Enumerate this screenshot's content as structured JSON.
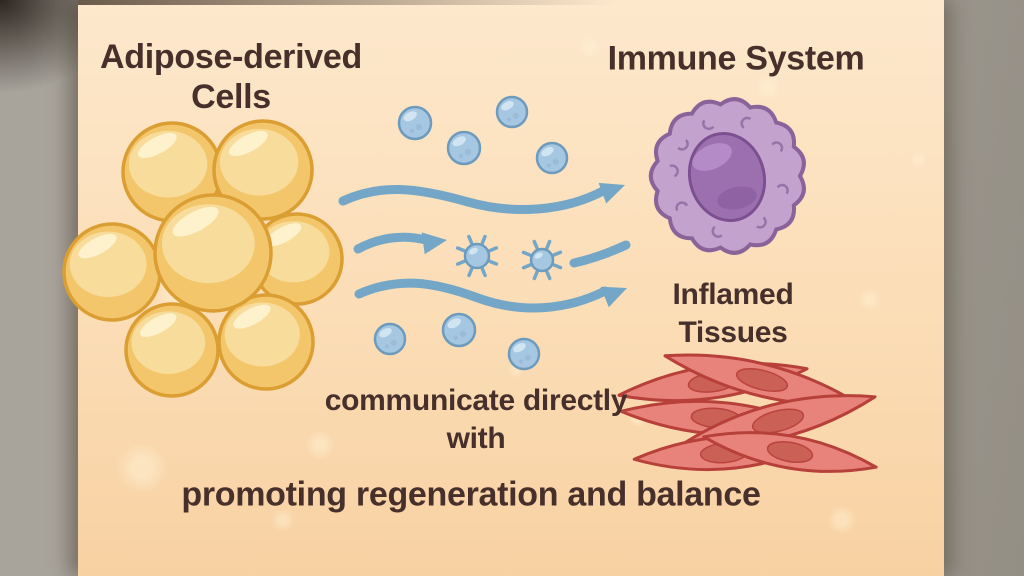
{
  "labels": {
    "adipose_line1": "Adipose-derived",
    "adipose_line2": "Cells",
    "immune": "Immune System",
    "inflamed_line1": "Inflamed",
    "inflamed_line2": "Tissues",
    "communicate_line1": "communicate directly",
    "communicate_line2": "with",
    "bottom_caption": "promoting regeneration and balance"
  },
  "icons": {
    "adipose-cell-cluster-icon": "cluster of 7 round yellow cells",
    "vesicle-icon": "small blue circle particle",
    "exosome-spiky-icon": "blue circle with radiating spikes",
    "flow-arrow-icon": "wavy blue arrow pointing right",
    "immune-cell-icon": "purple scalloped cell with large nucleus",
    "inflamed-tissue-icon": "crisscrossed red spindle cells"
  },
  "colors": {
    "text": "#47302B",
    "wall": "#A8A49C",
    "wall-dark": "#948F85",
    "card-top": "#FDE8CC",
    "card-mid": "#FBDDB6",
    "card-bottom": "#F8D1A2",
    "arrow": "#74A7C7",
    "vesicle": "#A6C7E1",
    "vesicle-stroke": "#6C9BBE",
    "vesicle-light": "#D6E7F3",
    "vesicle-dot": "#8FB3CF",
    "cell": "#F3C66B",
    "cell-light": "#F8DC9B",
    "cell-bright": "#FDF2CE",
    "cell-stroke": "#DB9E33",
    "immune": "#C3A3CE",
    "immune-stroke": "#8A639B",
    "nucleus": "#9C6FAF",
    "nucleus-stroke": "#7C5090",
    "nucleus-light": "#BA90CB",
    "nucleus-dark": "#8A5C9E",
    "tissue": "#E8837B",
    "tissue-stroke": "#B8403B",
    "tissue-nucleus": "#C95F55",
    "bokeh": "#FFF3D6"
  }
}
